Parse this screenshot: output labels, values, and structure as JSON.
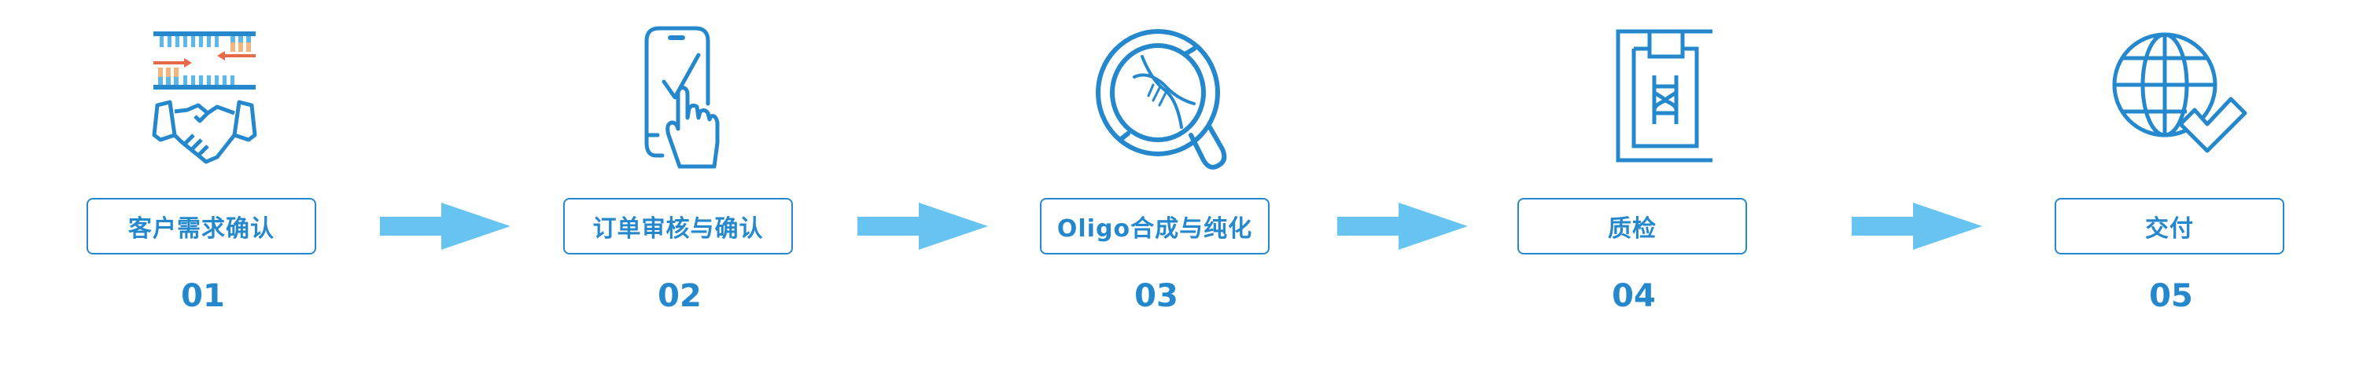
{
  "steps": [
    {
      "label": "客户需求确认",
      "number": "01",
      "icon": "dna-handshake-icon"
    },
    {
      "label": "订单审核与确认",
      "number": "02",
      "icon": "phone-check-icon"
    },
    {
      "label": "Oligo合成与纯化",
      "number": "03",
      "icon": "magnifier-dna-icon"
    },
    {
      "label": "质检",
      "number": "04",
      "icon": "clipboard-dna-icon"
    },
    {
      "label": "交付",
      "number": "05",
      "icon": "globe-check-icon"
    }
  ],
  "colors": {
    "primary": "#2588cc",
    "arrow": "#67c3ef",
    "accent_orange": "#e8684a",
    "accent_peach": "#f5b57a",
    "light_blue": "#5bb8ec"
  }
}
